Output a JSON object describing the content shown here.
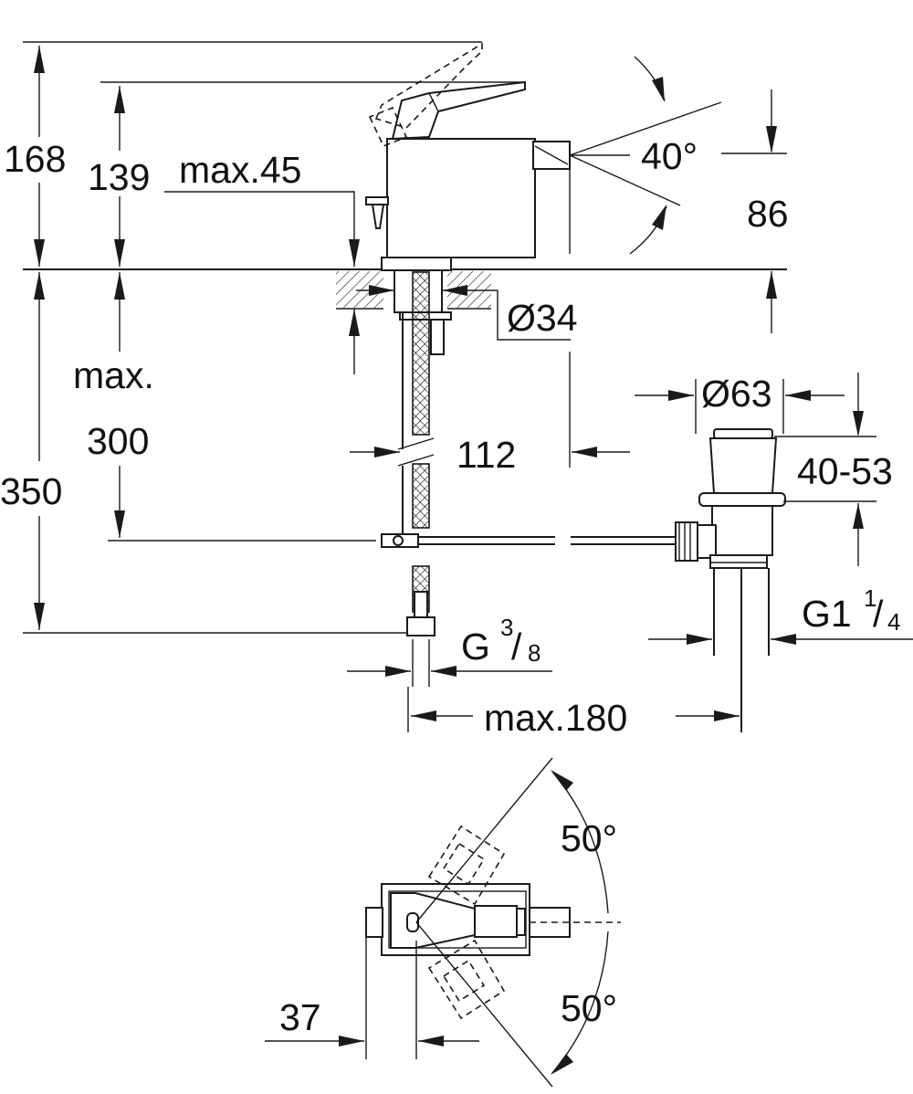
{
  "dimensions": {
    "overall_height": "168",
    "spout_height": "139",
    "deck_thickness": "max.45",
    "hole_diameter": "Ø34",
    "spout_angle": "40°",
    "spout_offset_height": "86",
    "hose_max_label": "max.",
    "hose_max_value": "300",
    "projection": "112",
    "waste_diameter": "Ø63",
    "waste_range": "40-53",
    "below_deck": "350",
    "supply_thread_main": "G",
    "supply_thread_num": "3",
    "supply_thread_den": "8",
    "waste_thread_main": "G1",
    "waste_thread_num": "1",
    "waste_thread_den": "4",
    "max_reach": "max.180",
    "lever_angle_back": "50°",
    "lever_angle_front": "50°",
    "plan_offset": "37"
  }
}
